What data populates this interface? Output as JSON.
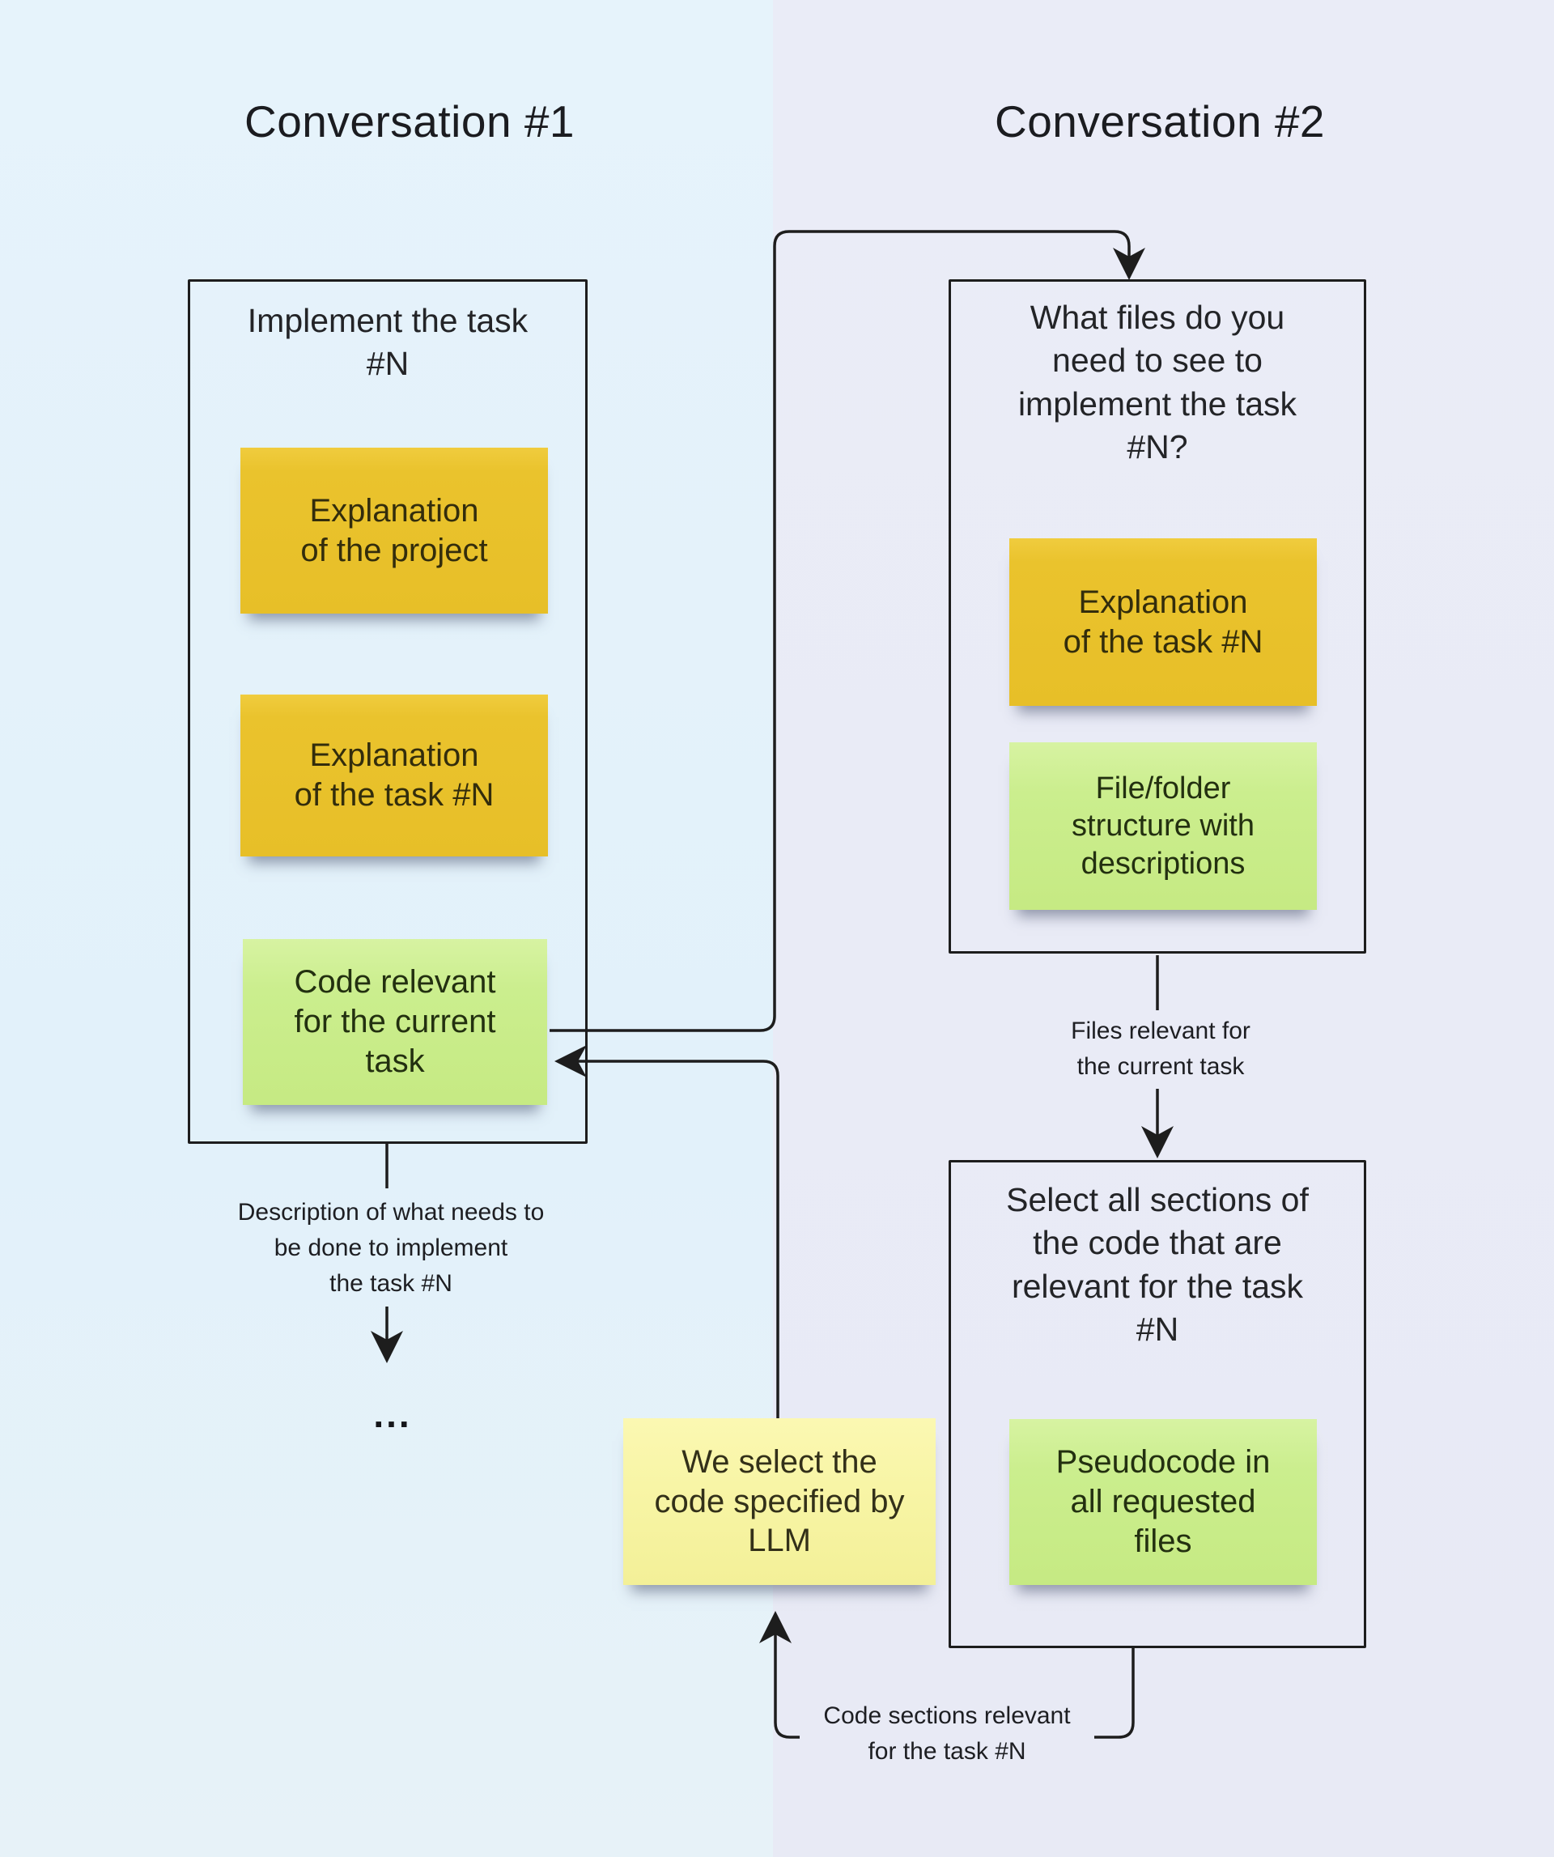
{
  "left_column": {
    "title": "Conversation #1",
    "box": {
      "title": "Implement the task\n#N",
      "notes": [
        {
          "text": "Explanation\nof the project",
          "color": "#eac32d"
        },
        {
          "text": "Explanation\nof the task #N",
          "color": "#eac32d"
        },
        {
          "text": "Code relevant\nfor the current\ntask",
          "color": "#cbee8e"
        }
      ]
    },
    "flow_label": "Description of what needs to\nbe done to implement\nthe task #N",
    "ellipsis": "..."
  },
  "right_column": {
    "title": "Conversation #2",
    "box1": {
      "title": "What files do you\nneed to see to\nimplement the task\n#N?",
      "notes": [
        {
          "text": "Explanation\nof the task #N",
          "color": "#eac32d"
        },
        {
          "text": "File/folder\nstructure with\ndescriptions",
          "color": "#cbee8e"
        }
      ]
    },
    "edge_label_box1_to_box2": "Files relevant for\nthe current task",
    "box2": {
      "title": "Select all sections of\nthe code that are\nrelevant for the task\n#N",
      "notes": [
        {
          "text": "Pseudocode in\nall requested\nfiles",
          "color": "#cbee8e"
        }
      ]
    }
  },
  "middle": {
    "select_note": "We select the\ncode specified by\nLLM",
    "edge_label_box2_to_select": "Code sections relevant\nfor the task #N"
  },
  "colors": {
    "background_left": "#e2f1fa",
    "background_right": "#e8eaf5",
    "sticky_yellow": "#eac32d",
    "sticky_green": "#cbee8e",
    "sticky_pale_yellow": "#f8f5a6",
    "line": "#1d1d1d"
  }
}
